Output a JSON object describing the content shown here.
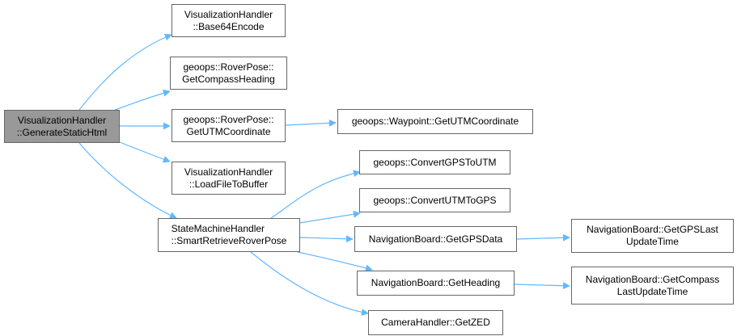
{
  "diagram": {
    "type": "call-graph",
    "colors": {
      "edge": "#63b8ff",
      "root_fill": "#999999",
      "node_border": "#666666",
      "node_fill": "#ffffff"
    },
    "nodes": [
      {
        "id": "root",
        "line1": "VisualizationHandler",
        "line2": "::GenerateStaticHtml",
        "root": true
      },
      {
        "id": "base64",
        "line1": "VisualizationHandler",
        "line2": "::Base64Encode"
      },
      {
        "id": "compass",
        "line1": "geoops::RoverPose::",
        "line2": "GetCompassHeading"
      },
      {
        "id": "utmcoord",
        "line1": "geoops::RoverPose::",
        "line2": "GetUTMCoordinate"
      },
      {
        "id": "loadfile",
        "line1": "VisualizationHandler",
        "line2": "::LoadFileToBuffer"
      },
      {
        "id": "smart",
        "line1": "StateMachineHandler",
        "line2": "::SmartRetrieveRoverPose"
      },
      {
        "id": "waypoint",
        "line1": "geoops::Waypoint::GetUTMCoordinate",
        "line2": ""
      },
      {
        "id": "gps2utm",
        "line1": "geoops::ConvertGPSToUTM",
        "line2": ""
      },
      {
        "id": "utm2gps",
        "line1": "geoops::ConvertUTMToGPS",
        "line2": ""
      },
      {
        "id": "gpsdata",
        "line1": "NavigationBoard::GetGPSData",
        "line2": ""
      },
      {
        "id": "heading",
        "line1": "NavigationBoard::GetHeading",
        "line2": ""
      },
      {
        "id": "zed",
        "line1": "CameraHandler::GetZED",
        "line2": ""
      },
      {
        "id": "gpslast",
        "line1": "NavigationBoard::GetGPSLast",
        "line2": "UpdateTime"
      },
      {
        "id": "compasslast",
        "line1": "NavigationBoard::GetCompass",
        "line2": "LastUpdateTime"
      }
    ],
    "edges": [
      {
        "from": "root",
        "to": "base64"
      },
      {
        "from": "root",
        "to": "compass"
      },
      {
        "from": "root",
        "to": "utmcoord"
      },
      {
        "from": "root",
        "to": "loadfile"
      },
      {
        "from": "root",
        "to": "smart"
      },
      {
        "from": "utmcoord",
        "to": "waypoint"
      },
      {
        "from": "smart",
        "to": "gps2utm"
      },
      {
        "from": "smart",
        "to": "utm2gps"
      },
      {
        "from": "smart",
        "to": "gpsdata"
      },
      {
        "from": "smart",
        "to": "heading"
      },
      {
        "from": "smart",
        "to": "zed"
      },
      {
        "from": "gpsdata",
        "to": "gpslast"
      },
      {
        "from": "heading",
        "to": "compasslast"
      }
    ]
  }
}
